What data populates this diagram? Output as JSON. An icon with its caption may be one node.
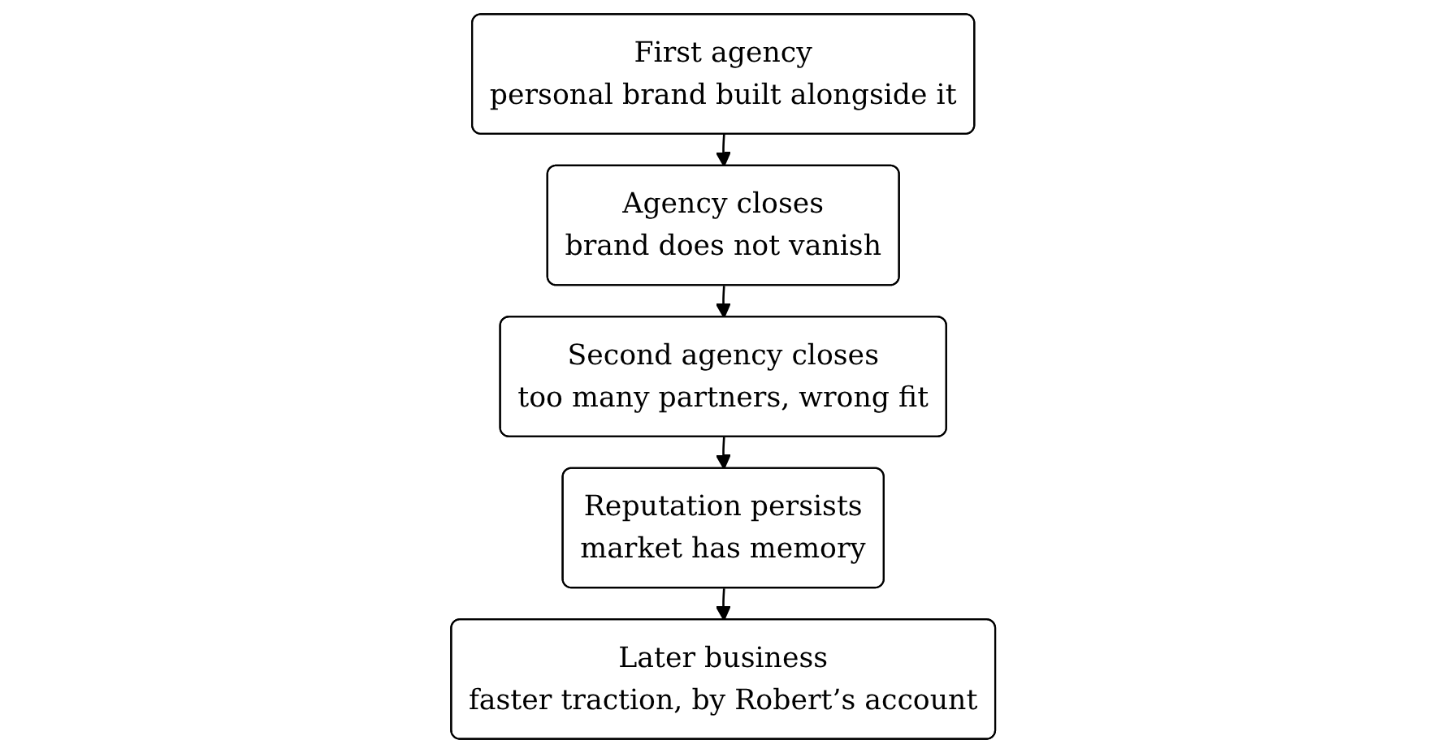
{
  "diagram": {
    "nodes": [
      {
        "text": [
          "First agency",
          "personal brand built alongside it"
        ]
      },
      {
        "text": [
          "Agency closes",
          "brand does not vanish"
        ]
      },
      {
        "text": [
          "Second agency closes",
          "too many partners, wrong fit"
        ]
      },
      {
        "text": [
          "Reputation persists",
          "market has memory"
        ]
      },
      {
        "text": [
          "Later business",
          "faster traction, by Robert’s account"
        ]
      }
    ],
    "edges": [
      {
        "from": 0,
        "to": 1,
        "arrow": "to"
      },
      {
        "from": 1,
        "to": 2,
        "arrow": "to"
      },
      {
        "from": 2,
        "to": 3,
        "arrow": "to"
      },
      {
        "from": 3,
        "to": 4,
        "arrow": "to"
      }
    ]
  }
}
